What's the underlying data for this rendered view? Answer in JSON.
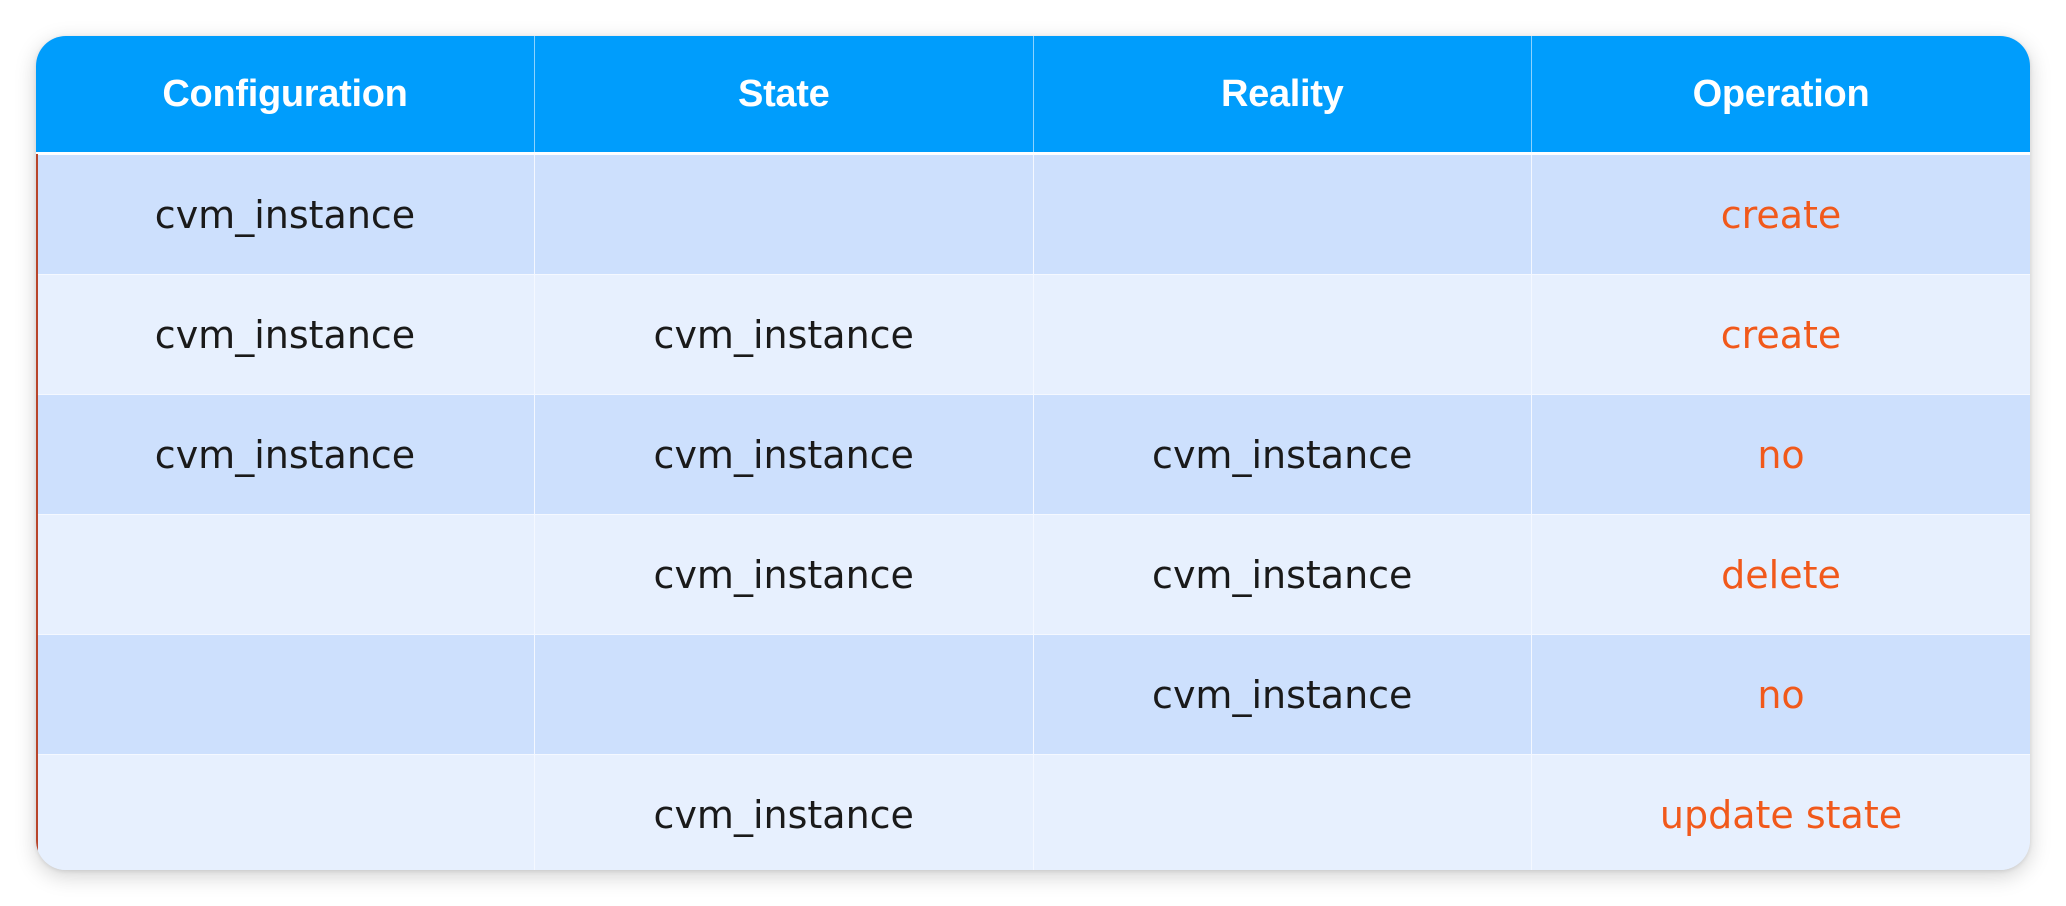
{
  "table": {
    "headers": [
      "Configuration",
      "State",
      "Reality",
      "Operation"
    ],
    "rows": [
      [
        "cvm_instance",
        "",
        "",
        "create"
      ],
      [
        "cvm_instance",
        "cvm_instance",
        "",
        "create"
      ],
      [
        "cvm_instance",
        "cvm_instance",
        "cvm_instance",
        "no"
      ],
      [
        "",
        "cvm_instance",
        "cvm_instance",
        "delete"
      ],
      [
        "",
        "",
        "cvm_instance",
        "no"
      ],
      [
        "",
        "cvm_instance",
        "",
        "update state"
      ]
    ]
  },
  "colors": {
    "header_bg": "#009dfc",
    "row_dark": "#cde0fd",
    "row_light": "#e7f0fe",
    "operation_text": "#f1591b"
  }
}
